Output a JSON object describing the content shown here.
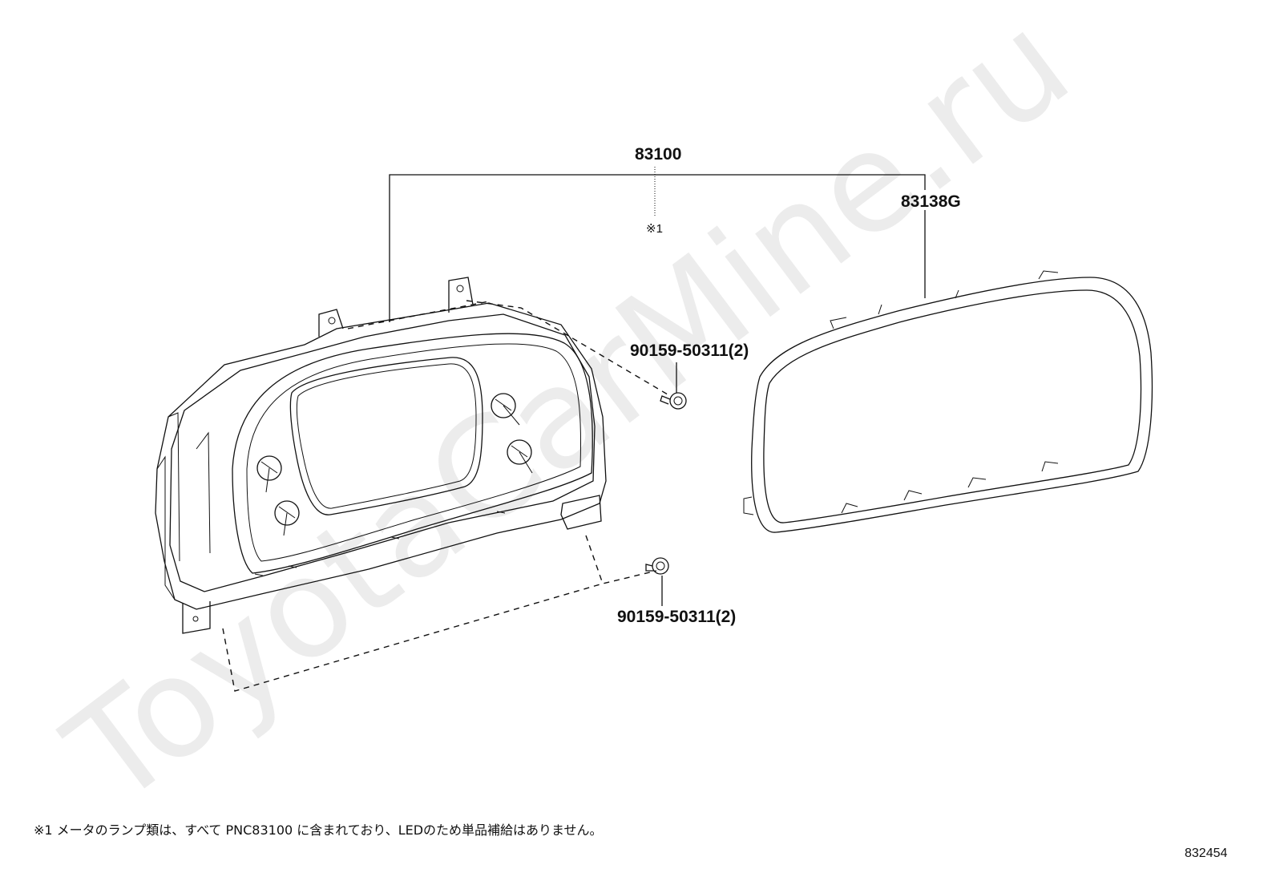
{
  "watermark": "ToyotaCarMine.ru",
  "labels": {
    "combination_meter": "83100",
    "note_marker": "※1",
    "meter_glass": "83138G",
    "screw_upper": "90159-50311(2)",
    "screw_lower": "90159-50311(2)"
  },
  "footnote": "※1 メータのランプ類は、すべて PNC83100 に含まれており、LEDのため単品補給はありません。",
  "diagram_id": "832454"
}
